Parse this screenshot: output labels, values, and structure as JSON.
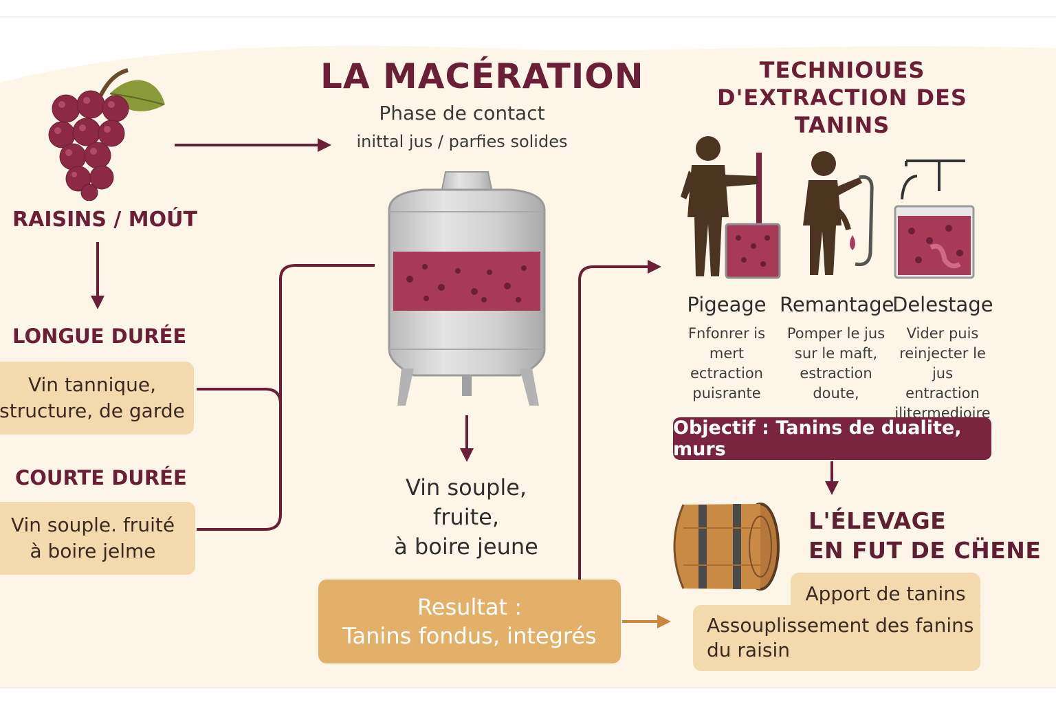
{
  "title": "LA MACÉRATION",
  "subtitle_line1": "Phase de contact",
  "subtitle_line2": "inittal jus / parfies solides",
  "left": {
    "raisins_label": "RAISINS / MOÚT",
    "longue_label": "LONGUE DURÉE",
    "longue_box": [
      "Vin tannique,",
      "structure, de garde"
    ],
    "courte_label": "COURTE DURÉE",
    "courte_box": [
      "Vin souple. fruité",
      "à boire jelme"
    ]
  },
  "center": {
    "result_text": [
      "Vin souple,",
      "fruite,",
      "à boire jeune"
    ],
    "result_box": [
      "Resultat :",
      "Tanins fondus, integrés"
    ]
  },
  "techniques": {
    "title": "TECHNIOUES D'EXTRACTION DES TANINS",
    "items": [
      {
        "name": "Pigeage",
        "desc": [
          "Fnfonrer is mert",
          "ectraction",
          "puisrante"
        ]
      },
      {
        "name": "Remantage",
        "desc": [
          "Pomper le jus",
          "sur le maft,",
          "estraction",
          "doute,"
        ]
      },
      {
        "name": "Delestage",
        "desc": [
          "Vider puis",
          "reinjecter le jus",
          "entraction",
          "ilitermedioire"
        ]
      }
    ],
    "objectif": "Objectif : Tanins de dualite, murs"
  },
  "elevage": {
    "title_lines": [
      "L'ÉLEVAGE",
      "EN FUT DE CḦENE"
    ],
    "apport": "Apport de tanins",
    "assoup": [
      "Assouplissement des fanins",
      "du raisin"
    ]
  },
  "colors": {
    "wine": "#6b1f36",
    "wine_dark": "#7b2440",
    "beige_box": "#f4d8ae",
    "gold_box": "#e3b06a",
    "background_wash": "#fdf6e8"
  }
}
